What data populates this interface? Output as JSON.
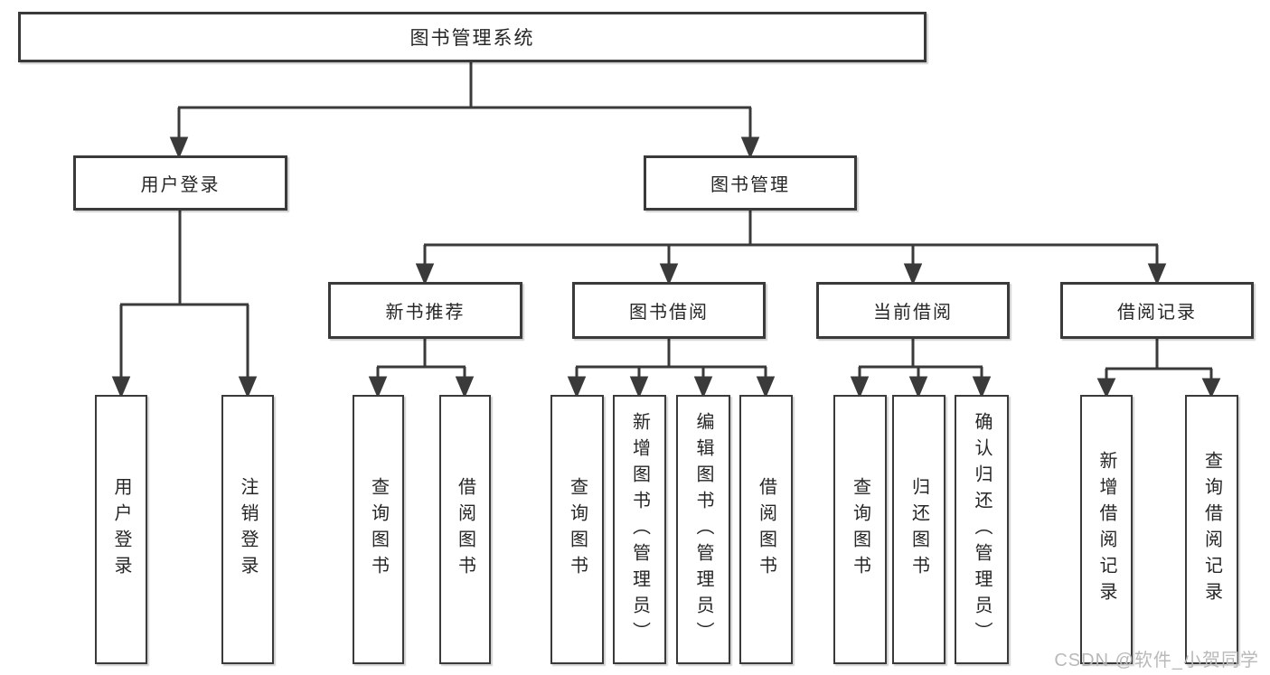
{
  "title": "图书管理系统",
  "watermark": "CSDN @软件_小贺同学",
  "colors": {
    "line": "#3a3a3a",
    "box_border": "#3a3a3a",
    "box_background": "#ffffff",
    "text": "#262626",
    "watermark": "#b9b9b9",
    "page_background": "#ffffff"
  },
  "tree": {
    "label": "图书管理系统",
    "children": [
      {
        "label": "用户登录",
        "children": [
          {
            "label": "用户登录"
          },
          {
            "label": "注销登录"
          }
        ]
      },
      {
        "label": "图书管理",
        "children": [
          {
            "label": "新书推荐",
            "children": [
              {
                "label": "查询图书"
              },
              {
                "label": "借阅图书"
              }
            ]
          },
          {
            "label": "图书借阅",
            "children": [
              {
                "label": "查询图书"
              },
              {
                "label": "新增图书（管理员）"
              },
              {
                "label": "编辑图书（管理员）"
              },
              {
                "label": "借阅图书"
              }
            ]
          },
          {
            "label": "当前借阅",
            "children": [
              {
                "label": "查询图书"
              },
              {
                "label": "归还图书"
              },
              {
                "label": "确认归还（管理员）"
              }
            ]
          },
          {
            "label": "借阅记录",
            "children": [
              {
                "label": "新增借阅记录"
              },
              {
                "label": "查询借阅记录"
              }
            ]
          }
        ]
      }
    ]
  }
}
